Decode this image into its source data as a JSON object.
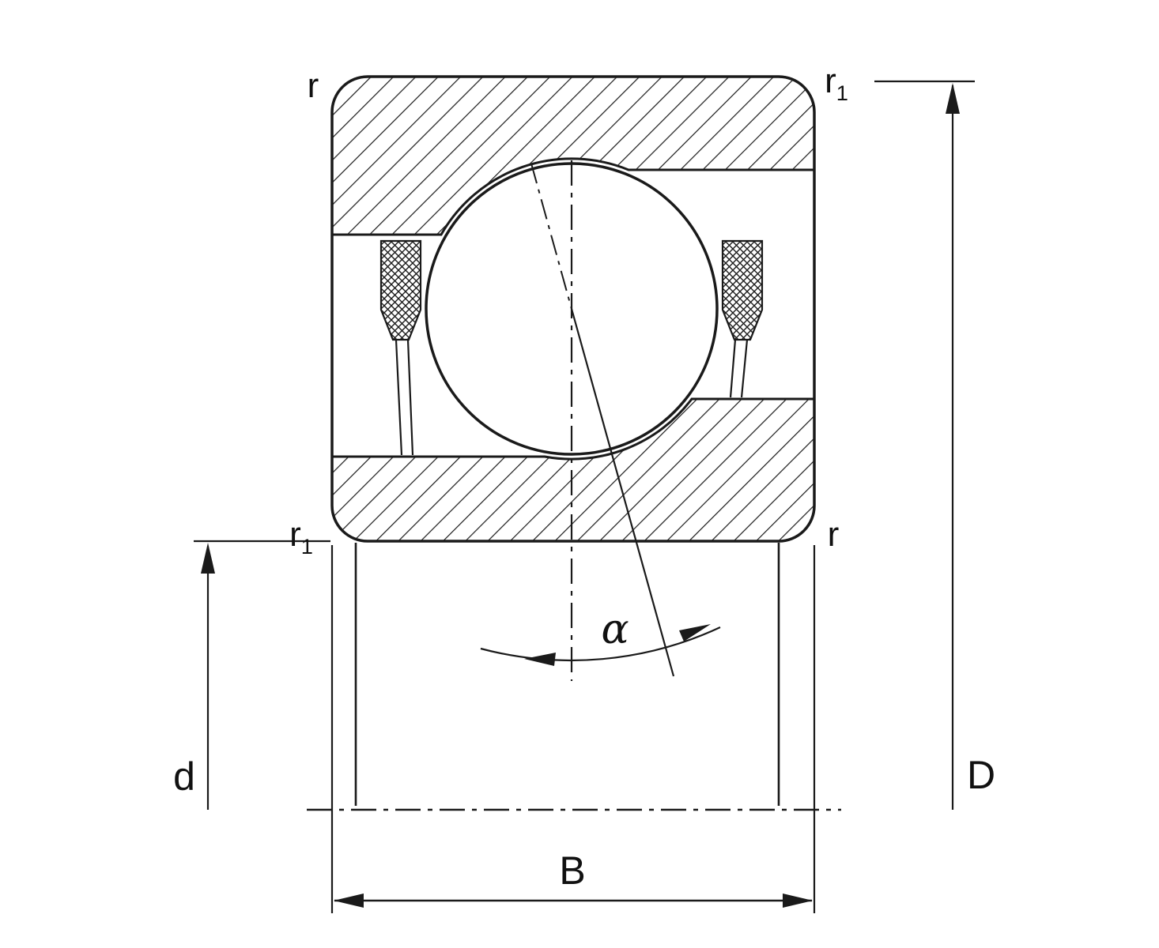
{
  "diagram": {
    "title": "angular-contact-ball-bearing-cross-section",
    "colors": {
      "ink": "#1a1a1a",
      "background": "#ffffff"
    },
    "labels": {
      "r_top_left": "r",
      "r1_top_right": {
        "base": "r",
        "sub": "1"
      },
      "r1_mid_left": {
        "base": "r",
        "sub": "1"
      },
      "r_mid_right": "r",
      "bore_diameter": "d",
      "outer_diameter": "D",
      "width": "B",
      "contact_angle": "α"
    }
  }
}
